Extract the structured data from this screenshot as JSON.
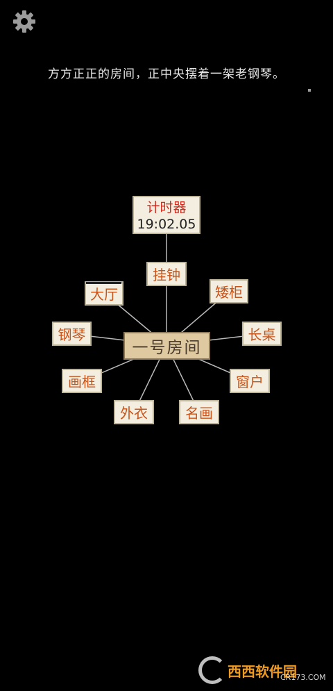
{
  "settings": {
    "icon": "gear-icon"
  },
  "narration": "方方正正的房间，正中央摆着一架老钢琴。",
  "timer": {
    "label": "计时器",
    "time": "19:02.05"
  },
  "center_room": "一号房间",
  "nodes": {
    "clock": "挂钟",
    "hall": "大厅",
    "short_cabinet": "矮柜",
    "piano": "钢琴",
    "long_table": "长桌",
    "frame": "画框",
    "window": "窗户",
    "coat": "外衣",
    "painting": "名画"
  },
  "watermark": {
    "brand": "西西软件园",
    "domain": "CR173.COM"
  },
  "colors": {
    "node_text": "#c8541a",
    "timer_label": "#d42a1e",
    "center_bg": "#dfc9a0",
    "node_bg": "#f3eee0"
  }
}
